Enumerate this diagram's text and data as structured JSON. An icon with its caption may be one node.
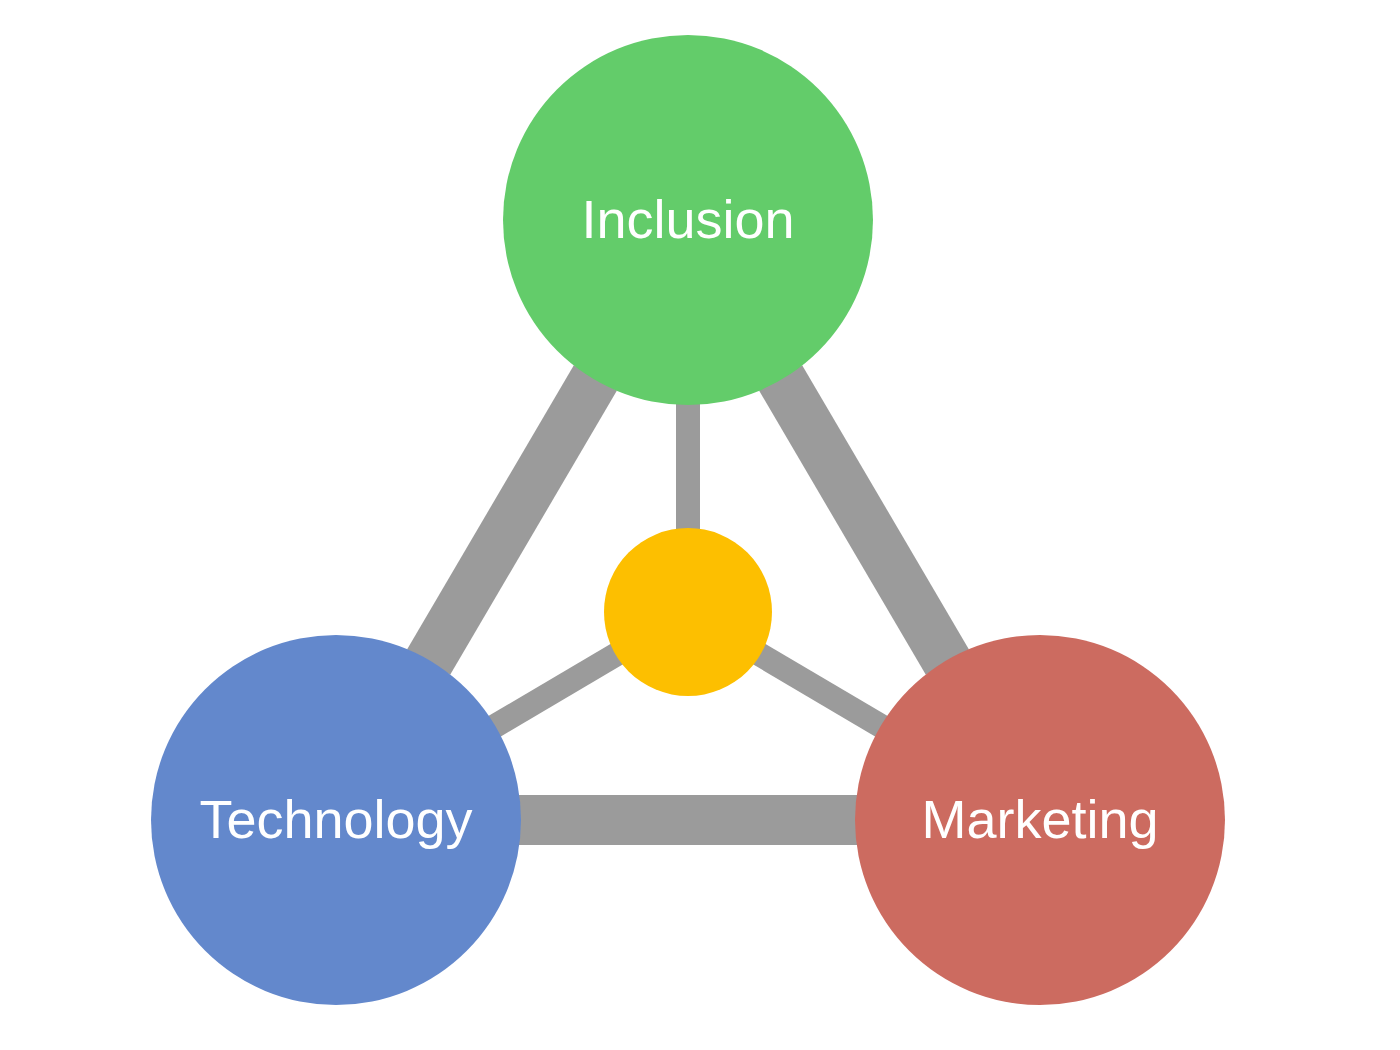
{
  "diagram": {
    "nodes": [
      {
        "text": [
          "Inclusion"
        ]
      },
      {
        "text": [
          "Technology"
        ]
      },
      {
        "text": [
          "Marketing"
        ]
      },
      {
        "text": [],
        "shape": "circle"
      }
    ],
    "edges": [
      {
        "from": 0,
        "to": 1,
        "arrow": "none",
        "style": "thick"
      },
      {
        "from": 0,
        "to": 2,
        "arrow": "none",
        "style": "thick"
      },
      {
        "from": 1,
        "to": 2,
        "arrow": "none",
        "style": "thick"
      },
      {
        "from": 0,
        "to": 3,
        "arrow": "none"
      },
      {
        "from": 3,
        "to": 1,
        "arrow": "none"
      },
      {
        "from": 3,
        "to": 2,
        "arrow": "none"
      }
    ]
  }
}
